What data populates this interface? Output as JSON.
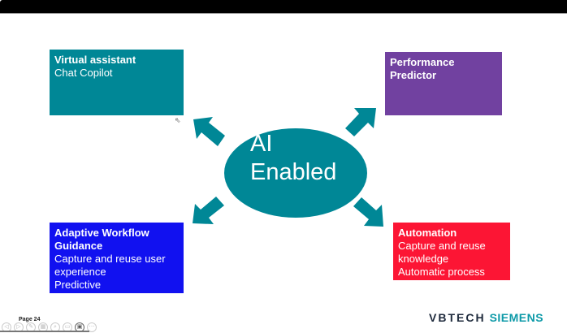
{
  "slide": {
    "center": {
      "line1": "AI",
      "line2": "Enabled"
    },
    "boxes": [
      {
        "title": "Virtual assistant",
        "lines": [
          "Chat Copilot"
        ],
        "color": "#008796"
      },
      {
        "title": "Performance Predictor",
        "lines": [],
        "color": "#7141a0"
      },
      {
        "title": "Adaptive Workflow Guidance",
        "lines": [
          "Capture and reuse user experience",
          "Predictive"
        ],
        "color": "#1111f0"
      },
      {
        "title": "Automation",
        "lines": [
          "Capture and reuse knowledge",
          "Automatic process"
        ],
        "color": "#fc1534"
      }
    ],
    "accent_color": "#008796"
  },
  "footer": {
    "page_label": "Page 24",
    "logo_vbtech": "VBTECH",
    "logo_siemens": "SIEMENS",
    "controls": [
      "prev-icon",
      "next-icon",
      "pen-icon",
      "slides-icon",
      "zoom-icon",
      "subtitle-icon",
      "camera-icon",
      "more-icon"
    ],
    "control_glyphs": [
      "◁",
      "▷",
      "✎",
      "▦",
      "⌕",
      "▭",
      "▣",
      "⋯"
    ]
  }
}
